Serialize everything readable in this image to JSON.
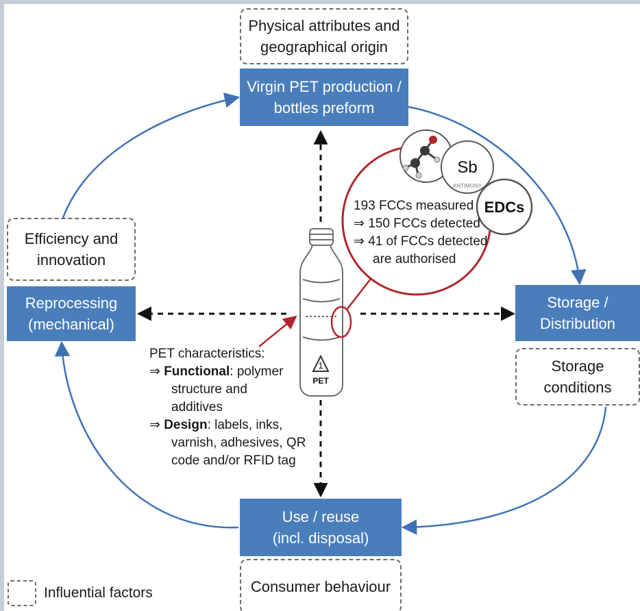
{
  "stages": {
    "virgin": "Virgin PET production /\nbottles preform",
    "storage": "Storage /\nDistribution",
    "use": "Use / reuse\n(incl. disposal)",
    "reprocessing": "Reprocessing\n(mechanical)"
  },
  "factors": {
    "physical": "Physical attributes and\ngeographical origin",
    "efficiency": "Efficiency and\ninnovation",
    "storage_conditions": "Storage\nconditions",
    "consumer": "Consumer behaviour"
  },
  "pet_characteristics": {
    "heading": "PET characteristics:",
    "arrow": "⇒",
    "functional_label": "Functional",
    "functional_text": ": polymer",
    "functional_cont": [
      "structure and",
      "additives"
    ],
    "design_label": "Design",
    "design_text": ": labels, inks,",
    "design_cont": [
      "varnish, adhesives, QR",
      "code and/or RFID tag"
    ]
  },
  "fcc": {
    "measured": "193 FCCs measured",
    "detected": "150 FCCs detected",
    "authorised_line1": "41 of FCCs detected",
    "authorised_line2": "are authorised",
    "arrow": "⇒",
    "sb": "Sb",
    "antimony": "ANTIMONY",
    "edcs": "EDCs"
  },
  "bottle": {
    "recycle_number": "1",
    "recycle_label": "PET"
  },
  "legend": {
    "label": "Influential factors"
  },
  "colors": {
    "stage_fill": "#4a7ebb",
    "cycle_arrow": "#3f72b5",
    "fcc_circle": "#b0262a",
    "dashed_arrow": "#111111"
  }
}
